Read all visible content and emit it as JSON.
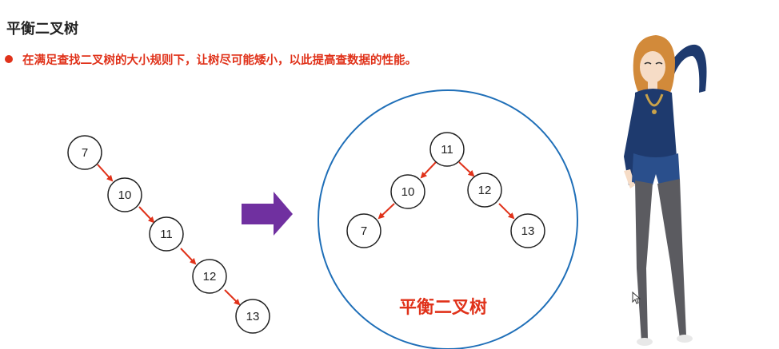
{
  "slide": {
    "title": "平衡二叉树",
    "bullet": "在满足查找二叉树的大小规则下，让树尽可能矮小，以此提高查数据的性能。"
  },
  "left_tree": {
    "nodes": [
      "7",
      "10",
      "11",
      "12",
      "13"
    ]
  },
  "right_tree": {
    "root": "11",
    "left": "10",
    "right": "12",
    "left_left": "7",
    "right_right": "13",
    "caption": "平衡二叉树"
  },
  "colors": {
    "accent_red": "#e0321a",
    "arrow_purple": "#7030a0",
    "circle_blue": "#1f6fb8",
    "node_stroke": "#222222"
  },
  "icons": {
    "bullet": "red-dot",
    "transform_arrow": "right-arrow",
    "cursor": "mouse-pointer",
    "illustration": "anime-girl-illustration"
  }
}
